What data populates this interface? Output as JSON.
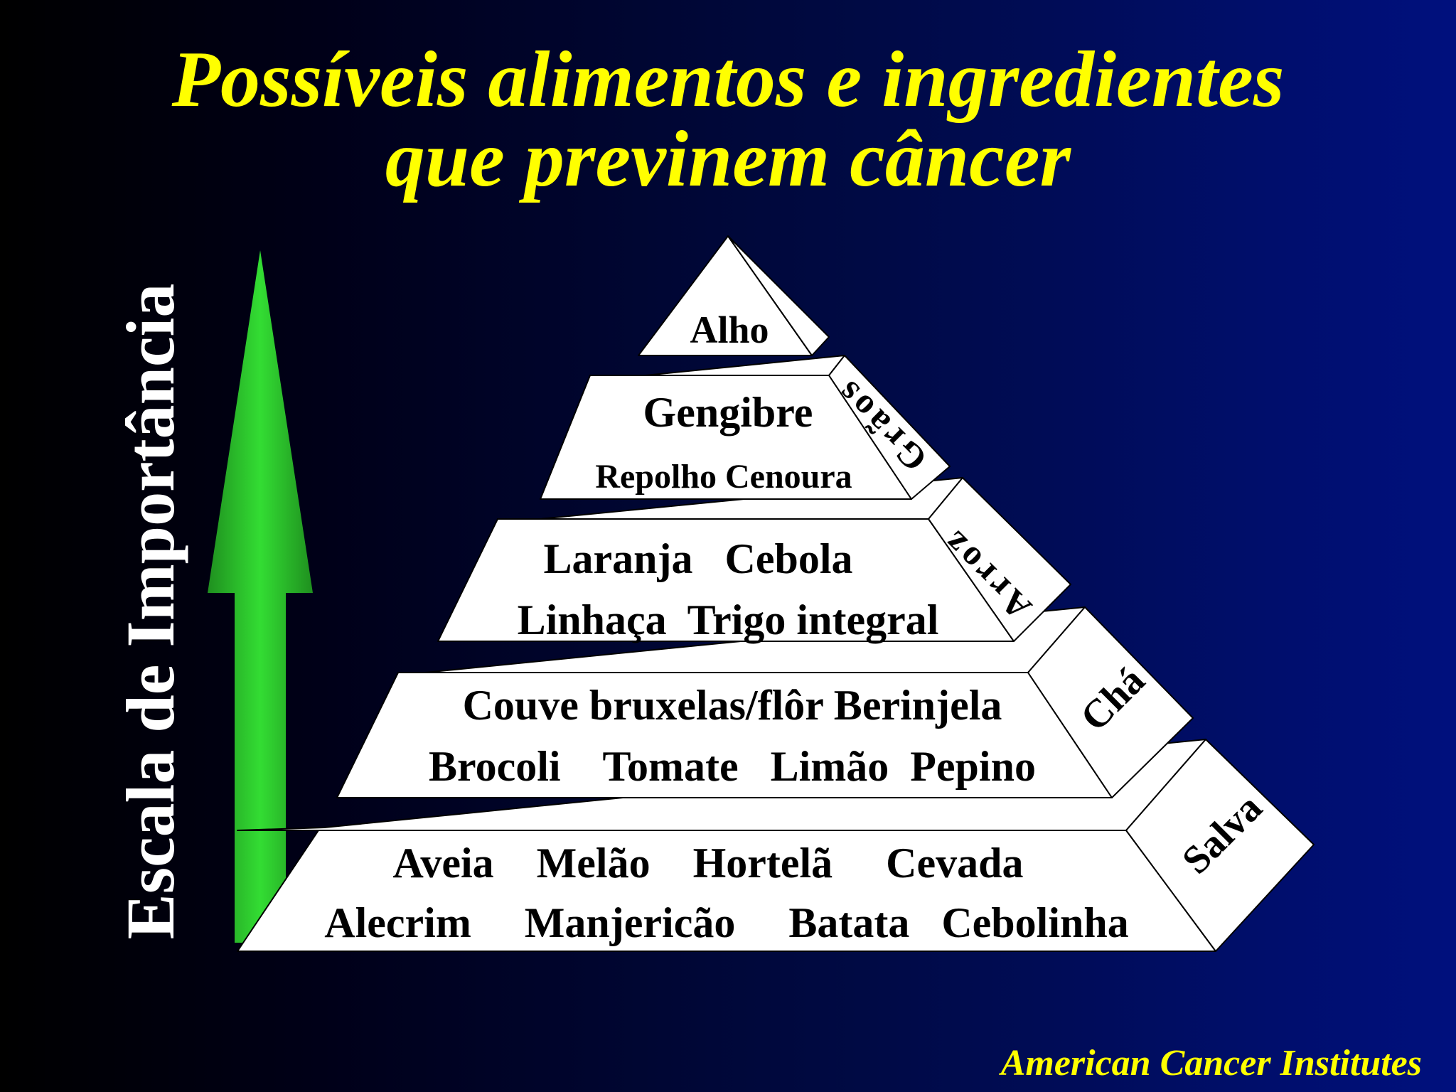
{
  "title": {
    "line1": "Possíveis alimentos e ingredientes",
    "line2": "que previnem câncer"
  },
  "axis_label": "Escala de Importância",
  "arrow_color": "#33dd33",
  "pyramid": {
    "tiers": [
      {
        "front_lines": [
          "Alho"
        ],
        "side_label": ""
      },
      {
        "front_lines": [
          "Gengibre",
          "Repolho Cenoura"
        ],
        "side_label": "Grãos"
      },
      {
        "front_lines": [
          "Laranja   Cebola",
          "Linhaça  Trigo integral"
        ],
        "side_label": "Arroz"
      },
      {
        "front_lines": [
          "Couve bruxelas/flôr Berinjela",
          "Brocoli    Tomate   Limão  Pepino"
        ],
        "side_label": "Chá"
      },
      {
        "front_lines": [
          "Aveia    Melão    Hortelã     Cevada",
          "Alecrim     Manjericão     Batata   Cebolinha"
        ],
        "side_label": "Salva"
      }
    ]
  },
  "footer": "American Cancer Institutes"
}
